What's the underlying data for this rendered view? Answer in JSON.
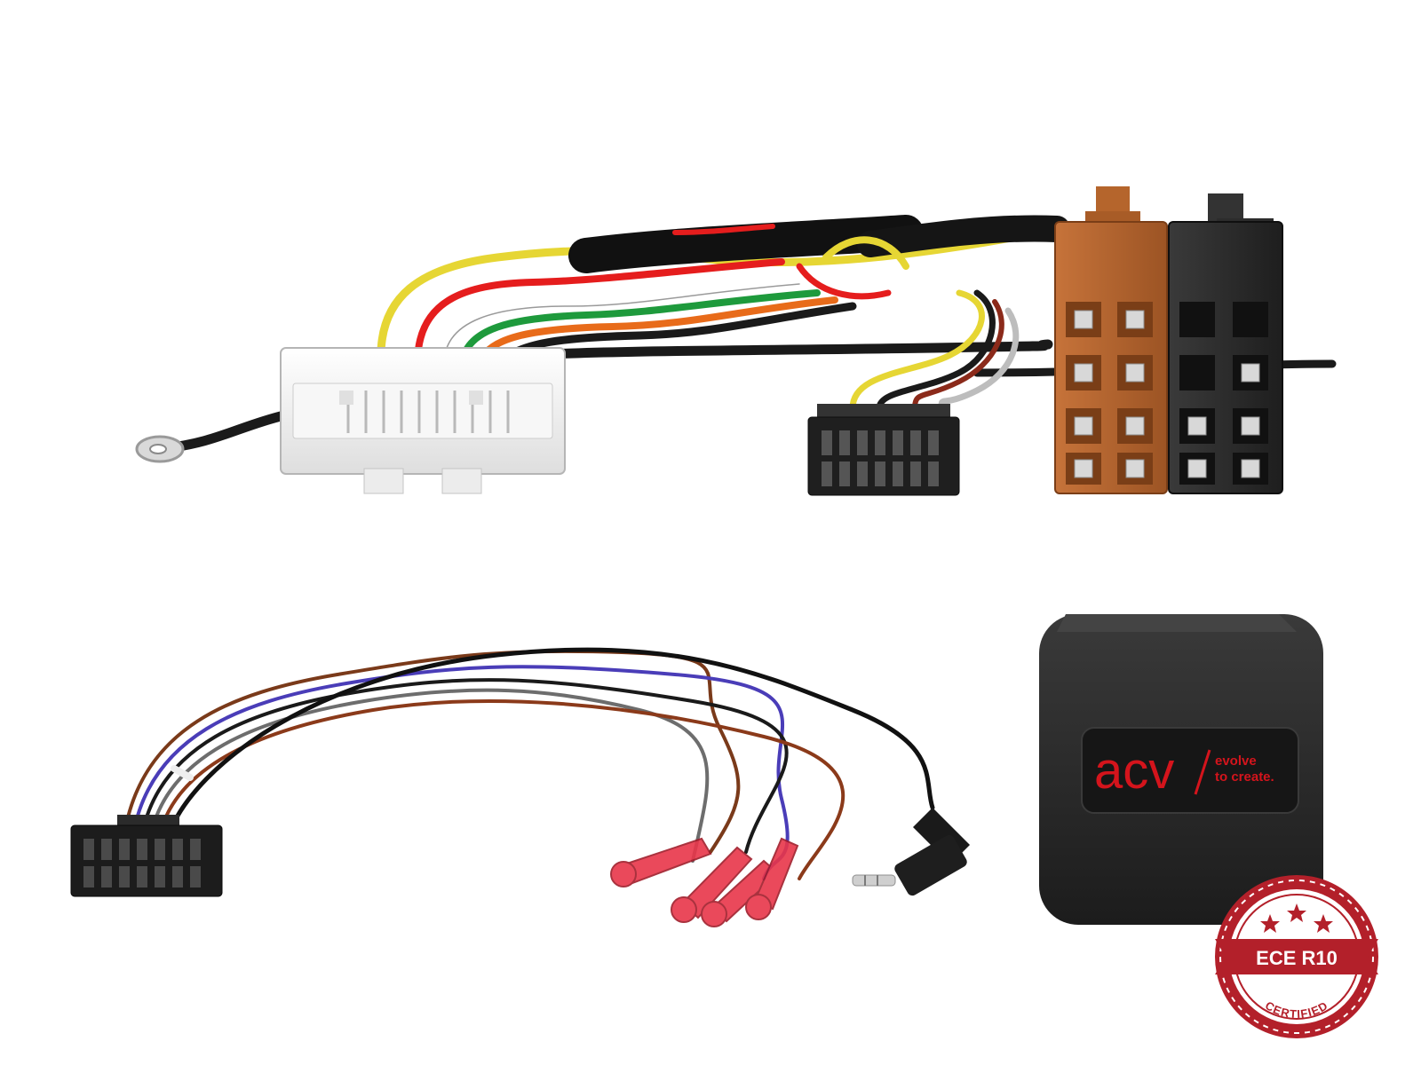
{
  "product": {
    "logo": {
      "brand": "acv",
      "tagline_line1": "evolve",
      "tagline_line2": "to create."
    },
    "certification": {
      "label": "ECE R10",
      "arc_text": "CERTIFIED",
      "color": "#b3202a"
    }
  },
  "colors": {
    "iso_connector": "#b5652c",
    "speaker_connector": "#2a2a2a",
    "vehicle_connector": "#f1f1f1",
    "interface_box": "#222222",
    "logo_red": "#d4141c",
    "spade_terminals": "#e8364a"
  }
}
